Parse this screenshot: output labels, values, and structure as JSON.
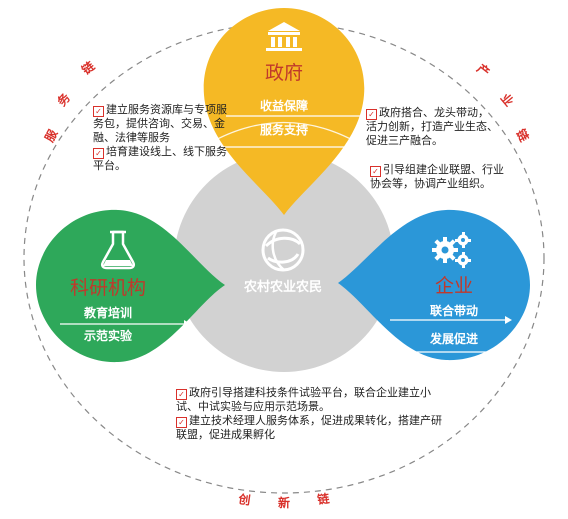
{
  "center": {
    "label": "农村农业农民"
  },
  "government": {
    "title": "政府",
    "line1": "收益保障",
    "line2": "服务支持"
  },
  "research": {
    "title": "科研机构",
    "line1": "教育培训",
    "line2": "示范实验"
  },
  "enterprise": {
    "title": "企业",
    "line1": "联合带动",
    "line2": "发展促进"
  },
  "chains": {
    "service": [
      "服",
      "务",
      "链"
    ],
    "industry": [
      "产",
      "业",
      "链"
    ],
    "innovation": [
      "创",
      "新",
      "链"
    ]
  },
  "notes": {
    "gov_left": [
      "建立服务资源库与专项服务包，提供咨询、交易、金融、法律等服务",
      "培育建设线上、线下服务平台。"
    ],
    "gov_right": [
      "政府搭合、龙头带动，活力创新，打造产业生态、促进三产融合。"
    ],
    "gov_right2": [
      "引导组建企业联盟、行业协会等，协调产业组织。"
    ],
    "bottom": [
      "政府引导搭建科技条件试验平台，联合企业建立小试、中试实验与应用示范场景。",
      "建立技术经理人服务体系，促进成果转化，搭建产研联盟，促进成果孵化"
    ]
  },
  "colors": {
    "government": "#f5b925",
    "research": "#2ea85a",
    "enterprise": "#2b97d8",
    "center": "#d2d2d2",
    "chain_text": "#d9312b"
  }
}
